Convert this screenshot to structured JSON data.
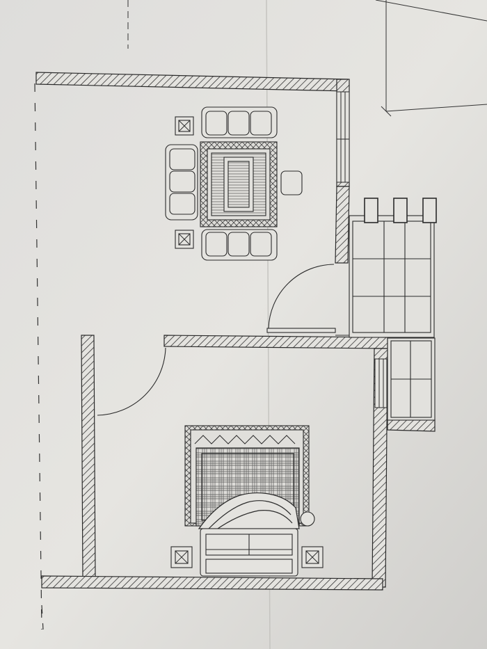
{
  "drawing": {
    "type": "architectural-floor-plan",
    "rooms": [
      "living-room",
      "bedroom",
      "balcony"
    ],
    "paper_color": "#e2e1dd",
    "line_color": "#2a2a2a",
    "hatch_color": "#3a3a3a"
  },
  "living_room": {
    "furniture": [
      "sofa-left",
      "sofa-top",
      "sofa-bottom",
      "armchair",
      "coffee-table",
      "area-rug",
      "side-table-top",
      "side-table-bottom"
    ]
  },
  "bedroom": {
    "furniture": [
      "double-bed",
      "bed-rug",
      "nightstand-left",
      "nightstand-right",
      "bed-bench"
    ]
  },
  "balcony": {
    "features": [
      "planter-box-1",
      "planter-box-2",
      "planter-box-3",
      "tiled-floor"
    ]
  }
}
